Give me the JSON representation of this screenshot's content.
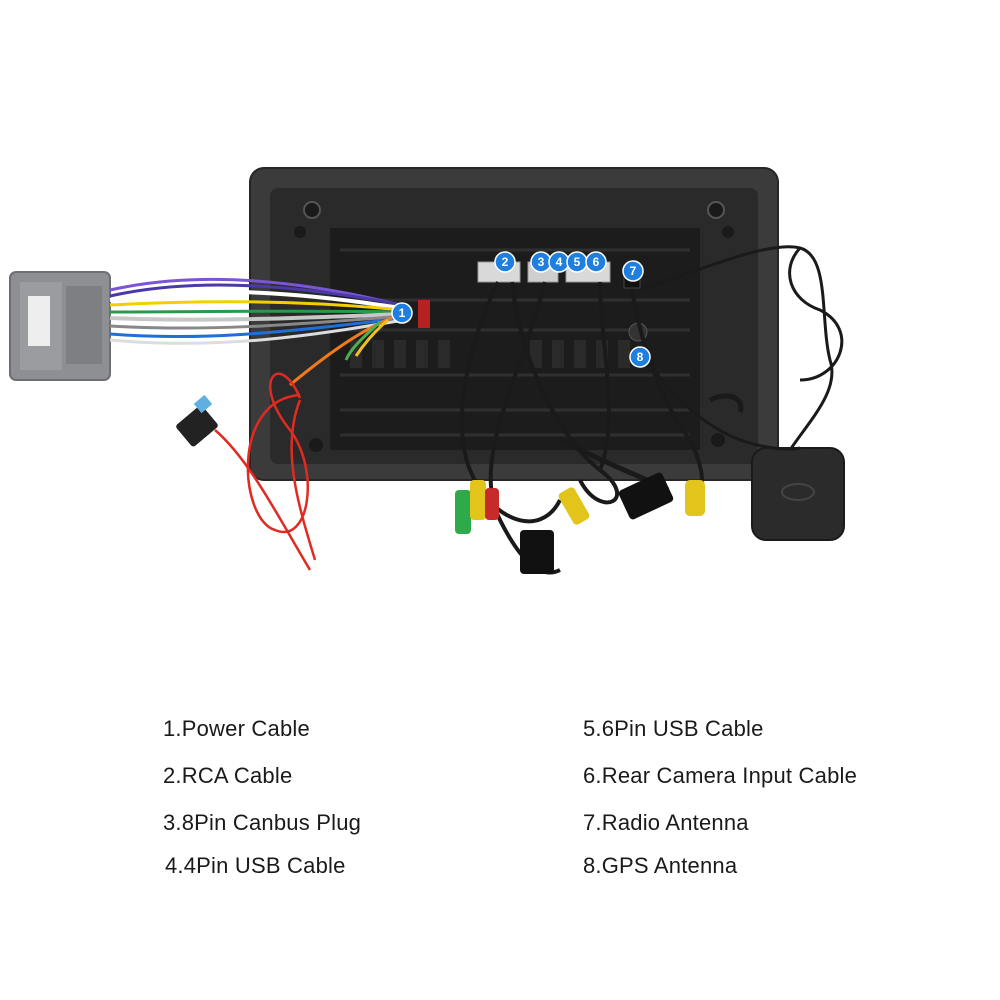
{
  "badges": [
    {
      "number": "1"
    },
    {
      "number": "2"
    },
    {
      "number": "3"
    },
    {
      "number": "4"
    },
    {
      "number": "5"
    },
    {
      "number": "6"
    },
    {
      "number": "7"
    },
    {
      "number": "8"
    }
  ],
  "legend": {
    "left": [
      "1.Power Cable",
      "2.RCA Cable",
      "3.8Pin Canbus Plug",
      "4.4Pin USB Cable"
    ],
    "right": [
      "5.6Pin USB Cable",
      "6.Rear Camera Input Cable",
      "7.Radio Antenna",
      "8.GPS Antenna"
    ]
  },
  "colors": {
    "badge": "#1e7fe0",
    "unit_frame": "#3a3a3a",
    "unit_back": "#1f1f1f",
    "harness_plug": "#8d8f92",
    "power_wire": "#e02b22",
    "antenna_box": "#2b2b2b"
  }
}
